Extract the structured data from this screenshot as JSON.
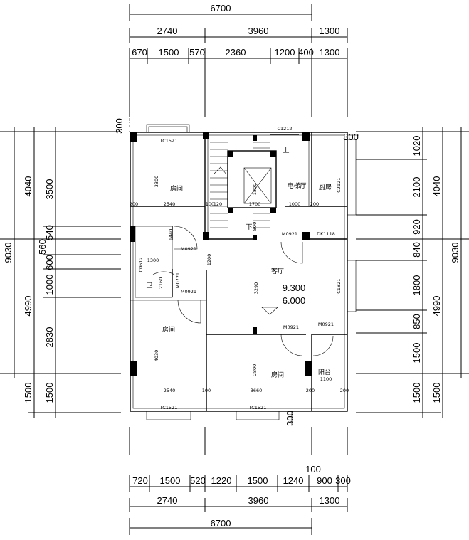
{
  "dimensions": {
    "top_total": "6700",
    "top_row2": [
      "2740",
      "3960",
      "1300"
    ],
    "top_row3": [
      "670",
      "1500",
      "570",
      "2360",
      "1200",
      "400",
      "1300"
    ],
    "bottom_row1": [
      "720",
      "1500",
      "520",
      "1220",
      "1500",
      "1240",
      "900",
      "300"
    ],
    "bottom_extra": "100",
    "bottom_row2": [
      "2740",
      "3960",
      "1300"
    ],
    "bottom_total": "6700",
    "left_outer": [
      "9030"
    ],
    "left_mid": [
      "4040",
      "4990",
      "1500"
    ],
    "left_inner": [
      "3500",
      "540",
      "560",
      "600",
      "1000",
      "2830",
      "1500"
    ],
    "right_inner": [
      "1020",
      "2100",
      "920",
      "840",
      "1800",
      "850",
      "1500",
      "1500"
    ],
    "right_mid": [
      "4040",
      "4990",
      "1500"
    ],
    "right_outer": [
      "9030"
    ],
    "small_300": [
      "300",
      "300",
      "300"
    ]
  },
  "rooms": {
    "bedroom": "房间",
    "elevator_hall": "电梯厅",
    "kitchen": "厨房",
    "living_room": "客厅",
    "balcony": "阳台",
    "toilet": "卫",
    "up": "上",
    "down": "下"
  },
  "elevations": {
    "upper": "9.300",
    "lower": "6.000"
  },
  "labels": {
    "tc1521": "TC1521",
    "c1212": "C1212",
    "tc2121": "TC2121",
    "tc1821": "TC1821",
    "c0612": "C0612",
    "dk1118": "DK1118",
    "m0921": "M0921",
    "m0721": "M0721",
    "d3300": "3300",
    "d2540": "2540",
    "d1700": "1700",
    "d1000": "1000",
    "d200": "200",
    "d100": "100",
    "d120": "120",
    "d1800": "1800",
    "d800": "800",
    "d1300": "1300",
    "d1200": "1200",
    "d2160": "2160",
    "d1440": "1440",
    "d3290": "3290",
    "d4030": "4030",
    "d2800": "2800",
    "d3660": "3660",
    "d1100": "1100"
  }
}
